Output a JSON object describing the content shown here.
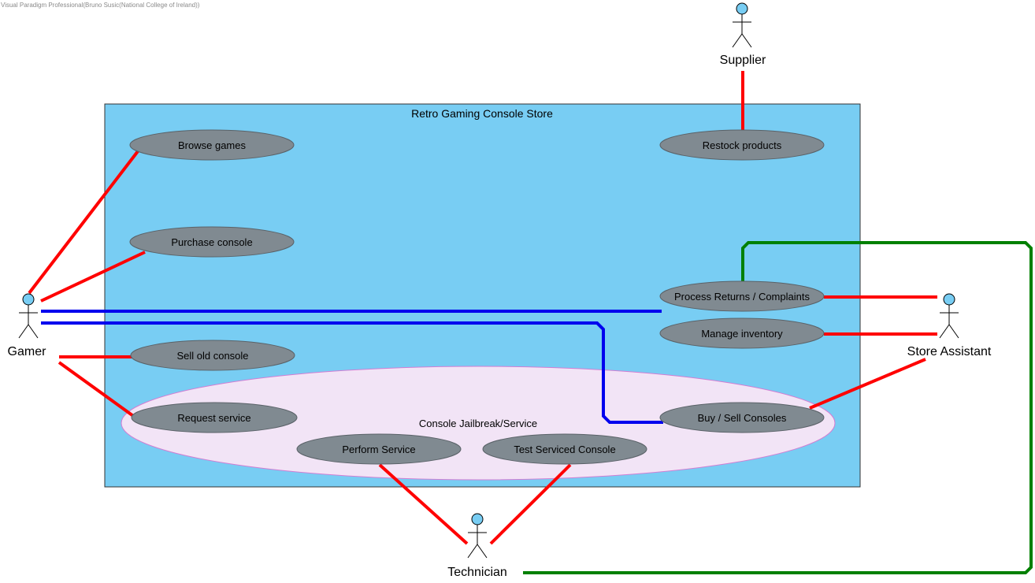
{
  "watermark": "Visual Paradigm Professional(Bruno Susic(National College of Ireland))",
  "system": {
    "title": "Retro Gaming Console Store"
  },
  "group": {
    "label": "Console Jailbreak/Service"
  },
  "actors": {
    "supplier": "Supplier",
    "gamer": "Gamer",
    "store_assistant": "Store Assistant",
    "technician": "Technician"
  },
  "use_cases": {
    "browse_games": "Browse games",
    "purchase_console": "Purchase console",
    "sell_old_console": "Sell old console",
    "request_service": "Request service",
    "restock_products": "Restock products",
    "process_returns": "Process Returns / Complaints",
    "manage_inventory": "Manage inventory",
    "buy_sell_consoles": "Buy / Sell Consoles",
    "perform_service": "Perform Service",
    "test_serviced_console": "Test Serviced Console"
  },
  "colors": {
    "system_fill": "#78cdf3",
    "group_fill": "#f2e4f6",
    "group_stroke": "#d07ed3",
    "usecase_fill": "#808a91",
    "actor_head": "#78cdf3",
    "assoc_red": "#ff0000",
    "assoc_blue": "#0000ee",
    "assoc_green": "#008000"
  }
}
